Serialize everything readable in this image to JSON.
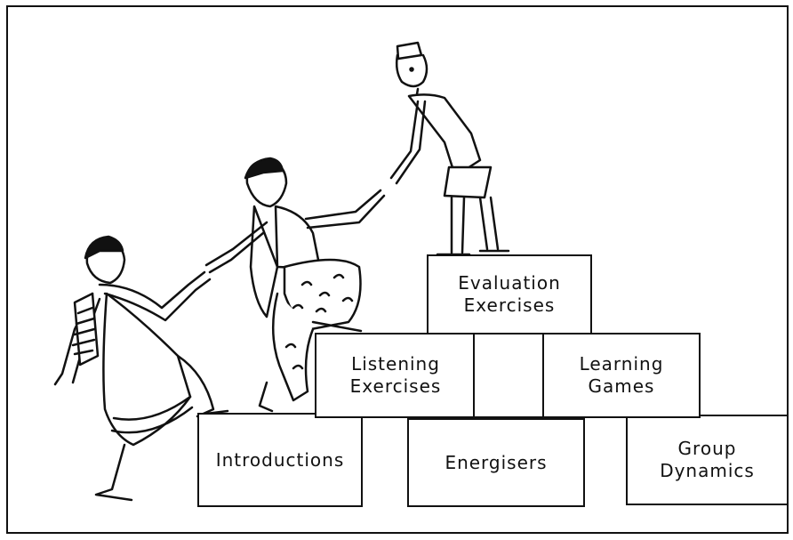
{
  "blocks": {
    "introductions": "Introductions",
    "energisers": "Energisers",
    "group_dynamics": "Group\nDynamics",
    "listening_exercises": "Listening\nExercises",
    "learning_games": "Learning\nGames",
    "evaluation_exercises": "Evaluation\nExercises"
  },
  "colors": {
    "ink": "#111111",
    "paper": "#ffffff"
  }
}
